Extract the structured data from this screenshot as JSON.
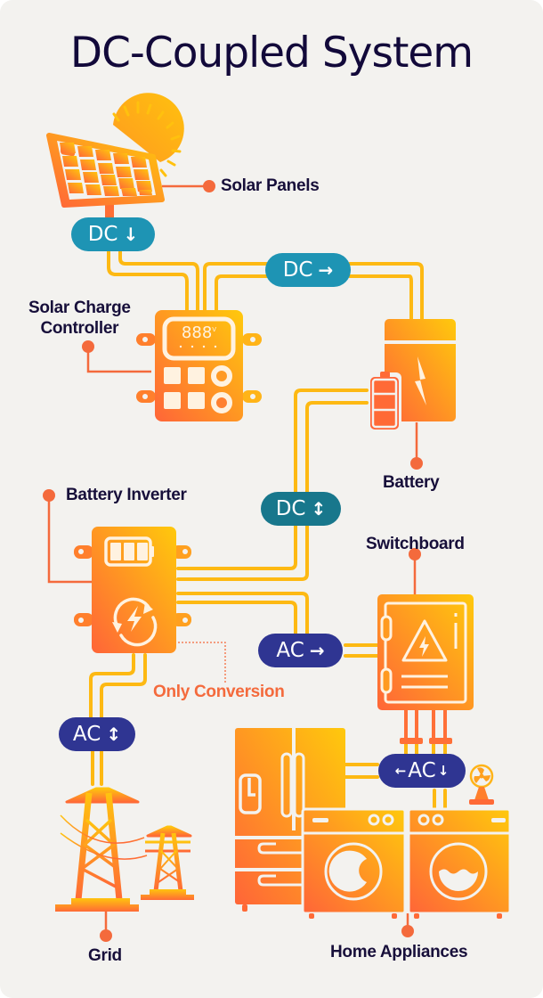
{
  "title": "DC-Coupled System",
  "colors": {
    "background": "#f3f2ef",
    "title": "#12093a",
    "wire": "#fdb913",
    "leader": "#f46a3c",
    "dc_badge": "#1e94b4",
    "dc_badge_dark": "#18778c",
    "ac_badge": "#2f3592",
    "gradient_start": "#ffc90c",
    "gradient_end": "#ff6538"
  },
  "components": {
    "solar_panels": "Solar Panels",
    "charge_controller_line1": "Solar Charge",
    "charge_controller_line2": "Controller",
    "charge_controller_display": "888",
    "charge_controller_unit": "V",
    "battery": "Battery",
    "battery_inverter": "Battery Inverter",
    "switchboard": "Switchboard",
    "grid": "Grid",
    "home_appliances": "Home Appliances"
  },
  "annotation": "Only Conversion",
  "badges": [
    {
      "text": "DC",
      "arrow": "↓",
      "arrow_icon": "arrow-down-icon"
    },
    {
      "text": "DC",
      "arrow": "→",
      "arrow_icon": "arrow-right-icon"
    },
    {
      "text": "DC",
      "arrow": "↕",
      "arrow_icon": "arrow-up-down-icon"
    },
    {
      "text": "AC",
      "arrow": "→",
      "arrow_icon": "arrow-right-icon"
    },
    {
      "text": "AC",
      "arrow": "↕",
      "arrow_icon": "arrow-up-down-icon"
    },
    {
      "text": "AC",
      "arrow_left": "←",
      "arrow_right": "↓"
    }
  ]
}
